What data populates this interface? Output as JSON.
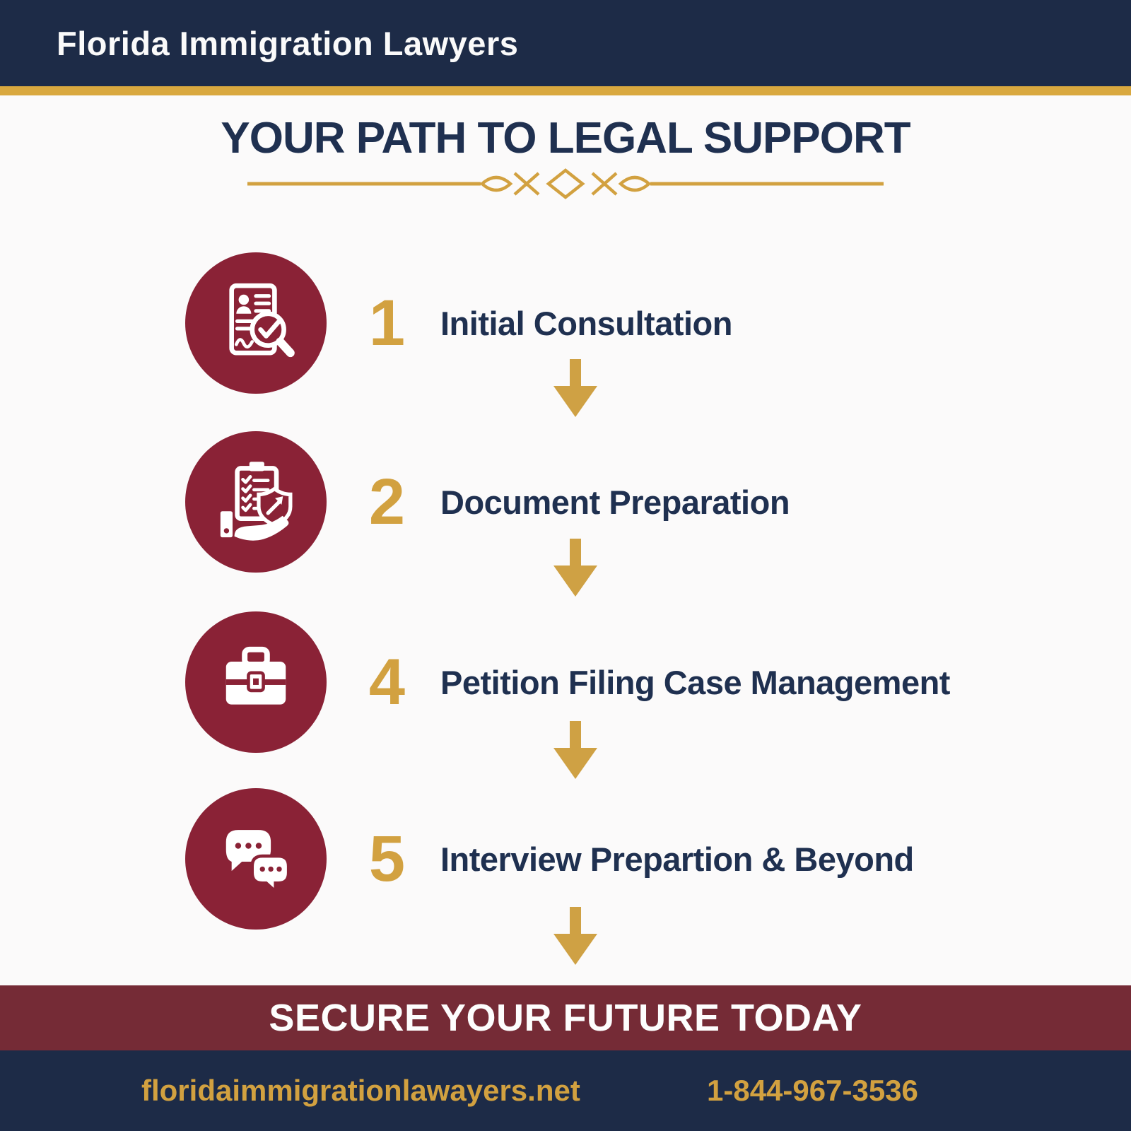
{
  "header": {
    "brand": "Florida Immigration Lawyers"
  },
  "main": {
    "title": "YOUR PATH TO LEGAL SUPPORT",
    "steps": [
      {
        "number": "1",
        "label": "Initial Consultation",
        "icon": "document-search-icon"
      },
      {
        "number": "2",
        "label": "Document Preparation",
        "icon": "clipboard-shield-hand-icon"
      },
      {
        "number": "4",
        "label": "Petition Filing Case Management",
        "icon": "briefcase-icon"
      },
      {
        "number": "5",
        "label": "Interview Prepartion & Beyond",
        "icon": "chat-bubbles-icon"
      }
    ]
  },
  "banner": {
    "text": "SECURE YOUR FUTURE TODAY"
  },
  "footer": {
    "website": "floridaimmigrationlawayers.net",
    "phone": "1-844-967-3536"
  },
  "colors": {
    "navy": "#1d2b47",
    "text_navy": "#1f3050",
    "gold": "#d2a140",
    "gold_strip": "#d9a83f",
    "maroon_circle": "#8a2236",
    "maroon_banner": "#752b36",
    "background": "#fbfafa",
    "white": "#ffffff"
  }
}
